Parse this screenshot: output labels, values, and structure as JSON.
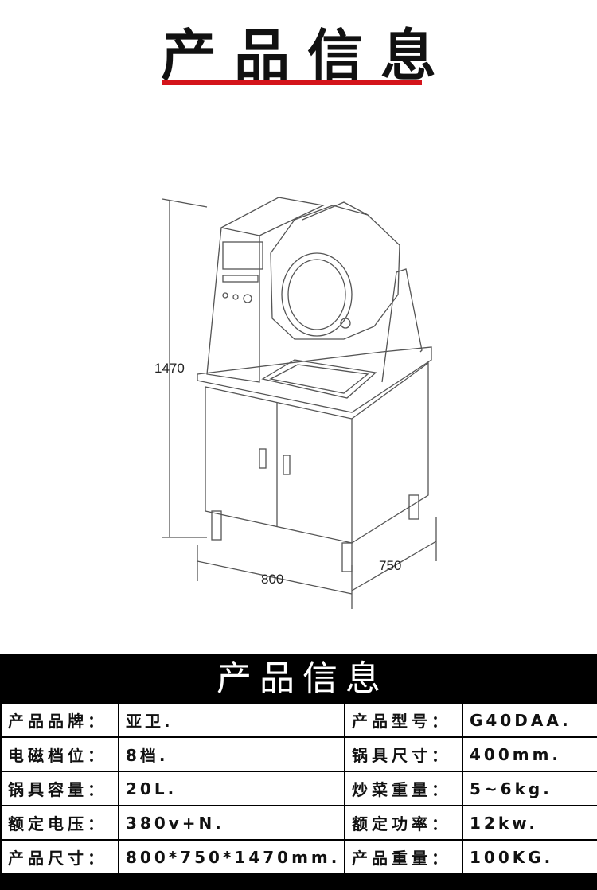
{
  "page_title": "产品信息",
  "drawing": {
    "dim_height": "1470",
    "dim_width": "800",
    "dim_depth": "750"
  },
  "spec": {
    "header": "产品信息",
    "rows": [
      {
        "k1": "产品品牌：",
        "v1": "亚卫.",
        "k2": "产品型号：",
        "v2": "G40DAA."
      },
      {
        "k1": "电磁档位：",
        "v1": "8档.",
        "k2": "锅具尺寸：",
        "v2": "400mm."
      },
      {
        "k1": "锅具容量：",
        "v1": "20L.",
        "k2": "炒菜重量：",
        "v2": "5~6kg."
      },
      {
        "k1": "额定电压：",
        "v1": "380v+N.",
        "k2": "额定功率：",
        "v2": "12kw."
      },
      {
        "k1": "产品尺寸：",
        "v1": "800*750*1470mm.",
        "k2": "产品重量：",
        "v2": "100KG."
      }
    ]
  }
}
